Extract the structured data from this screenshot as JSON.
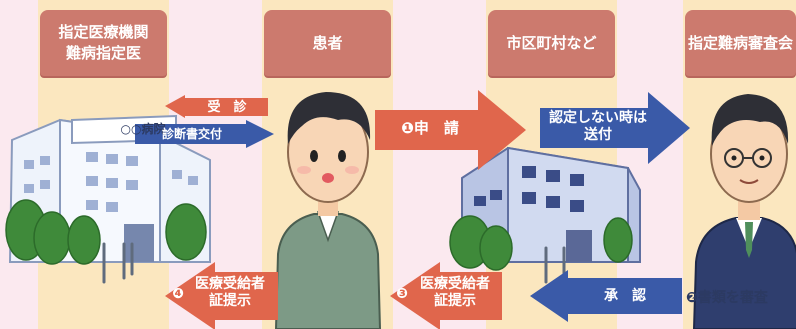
{
  "columns": {
    "hospital": "指定医療機関\n難病指定医",
    "patient": "患者",
    "city": "市区町村など",
    "review": "指定難病審査会"
  },
  "arrows": {
    "consult": "受　診",
    "certificate": "診断書交付",
    "apply": "❶申　請",
    "send": "認定しない時は\n送付",
    "approve": "承　認",
    "present4": "医療受給者\n証提示",
    "present3": "医療受給者\n証提示"
  },
  "steps": {
    "step4": "❹",
    "step3": "❸",
    "review_caption": "❷書類を審査"
  },
  "signs": {
    "hospital_sign": "○○病院"
  },
  "colors": {
    "header": "#cc7a6e",
    "lane": "#fbe7bf",
    "background": "#fbe9ef",
    "arrow_red": "#e0664c",
    "arrow_blue": "#3a5aa8"
  }
}
